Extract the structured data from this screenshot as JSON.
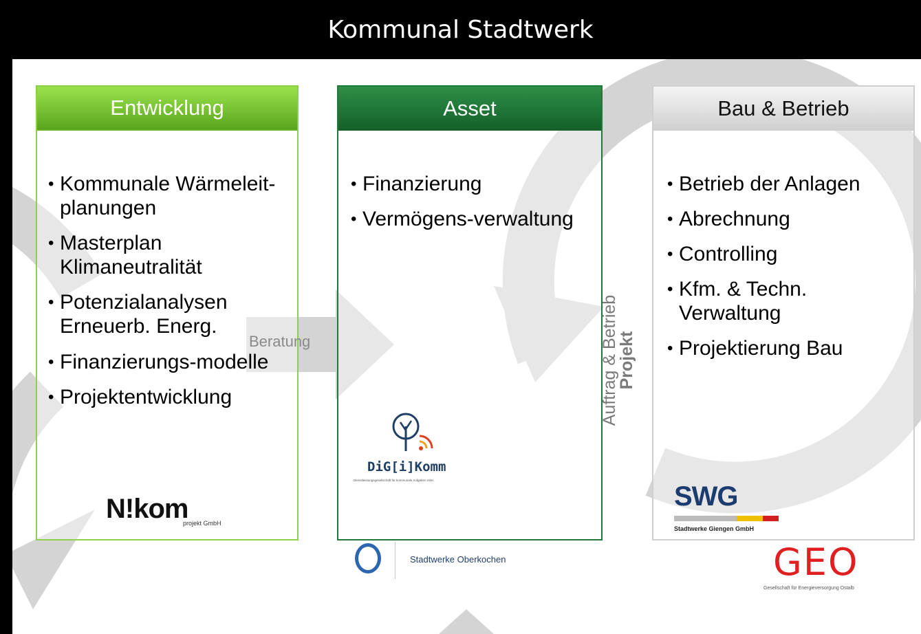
{
  "title": "Kommunal Stadtwerk",
  "columns": [
    {
      "heading": "Entwicklung",
      "items": [
        "Kommunale Wärmeleit-planungen",
        "Masterplan Klimaneutralität",
        "Potenzialanalysen Erneuerb. Energ.",
        "Finanzierungs-modelle",
        "Projektentwicklung"
      ],
      "logo": {
        "name": "N!kom",
        "sub": "projekt GmbH"
      }
    },
    {
      "heading": "Asset",
      "items": [
        "Finanzierung",
        "Vermögens-verwaltung"
      ],
      "logo1": {
        "name": "DiG[i]Komm",
        "sub": "Dienstleistungsgesellschaft für kommunale Aufgaben mbH"
      },
      "logo2": {
        "name": "Stadtwerke Oberkochen"
      }
    },
    {
      "heading": "Bau & Betrieb",
      "items": [
        "Betrieb der Anlagen",
        "Abrechnung",
        "Controlling",
        "Kfm. & Techn. Verwaltung",
        "Projektierung Bau"
      ],
      "logo1": {
        "name": "SWG",
        "sub": "Stadtwerke Giengen GmbH"
      },
      "logo2": {
        "name": "GEO",
        "sub": "Gesellschaft für Energieversorgung Ostalb"
      }
    }
  ],
  "arrows": {
    "beratung": "Beratung",
    "auftrag_line1": "Auftrag & Betrieb",
    "auftrag_line2": "Projekt"
  },
  "colors": {
    "green_light": "#7ccf2c",
    "green_dark": "#1e7a3a",
    "grey": "#c8c8c8",
    "arrow_grey": "#d3d3d3"
  }
}
